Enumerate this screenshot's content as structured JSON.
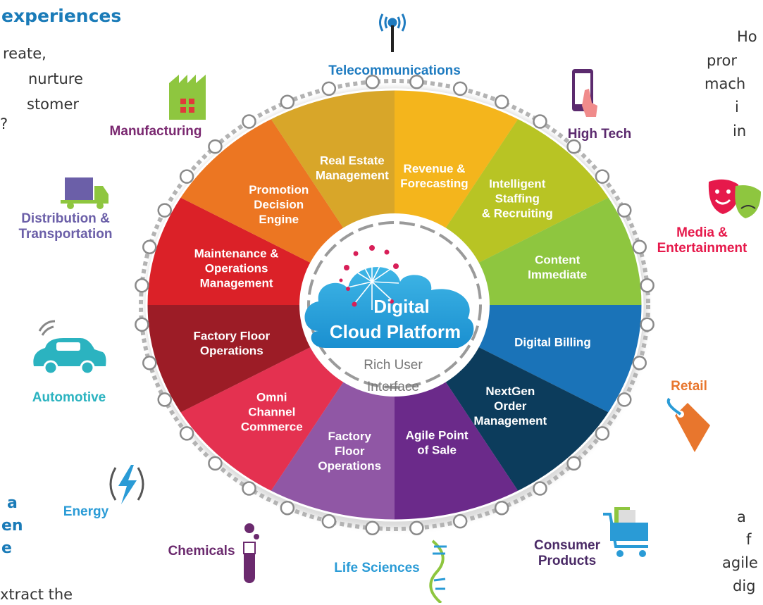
{
  "left_fragments": {
    "title": "experiences",
    "body_lines": [
      "reate,",
      "nurture",
      "stomer",
      "?"
    ],
    "lower_lines": [
      "a",
      "en",
      "e"
    ],
    "bottom": "xtract the"
  },
  "right_fragments": {
    "top_lines": [
      "Ho",
      "pror",
      "mach",
      "i",
      "in"
    ],
    "bottom_lines": [
      "a",
      "f",
      "agile",
      "dig"
    ]
  },
  "center": {
    "title_line1": "Digital",
    "title_line2": "Cloud Platform",
    "subtitle_line1": "Rich User",
    "subtitle_line2": "Interface"
  },
  "segments": [
    {
      "label": "Revenue &\nForecasting",
      "color": "#f4b51c"
    },
    {
      "label": "Intelligent\nStaffing\n& Recruiting",
      "color": "#b8c424"
    },
    {
      "label": "Content\nImmediate",
      "color": "#8ec63f"
    },
    {
      "label": "Digital Billing",
      "color": "#1a73b8"
    },
    {
      "label": "NextGen\nOrder\nManagement",
      "color": "#0c3c5c"
    },
    {
      "label": "Agile Point\nof Sale",
      "color": "#6b2a8a"
    },
    {
      "label": "Factory\nFloor\nOperations",
      "color": "#9057a5"
    },
    {
      "label": "Omni\nChannel\nCommerce",
      "color": "#e43150"
    },
    {
      "label": "Factory Floor\nOperations",
      "color": "#9c1c26"
    },
    {
      "label": "Maintenance &\nOperations\nManagement",
      "color": "#db2128"
    },
    {
      "label": "Promotion\nDecision\nEngine",
      "color": "#ec7622"
    },
    {
      "label": "Real Estate\nManagement",
      "color": "#d8a629"
    }
  ],
  "industries": [
    {
      "label": "Telecommunications",
      "color": "#1e7bc0",
      "icon": "antenna-icon"
    },
    {
      "label": "High Tech",
      "color": "#5b2a6e",
      "icon": "smartphone-icon"
    },
    {
      "label": "Media &\nEntertainment",
      "color": "#e6194b",
      "icon": "theater-masks-icon"
    },
    {
      "label": "Retail",
      "color": "#e8762d",
      "icon": "price-tag-icon"
    },
    {
      "label": "Consumer\nProducts",
      "color": "#4a2a66",
      "icon": "shopping-cart-icon"
    },
    {
      "label": "Life Sciences",
      "color": "#2a9bd6",
      "icon": "dna-icon"
    },
    {
      "label": "Chemicals",
      "color": "#6b2a6e",
      "icon": "test-tube-icon"
    },
    {
      "label": "Energy",
      "color": "#2a9bd6",
      "icon": "lightning-icon"
    },
    {
      "label": "Automotive",
      "color": "#2bb3c0",
      "icon": "car-icon"
    },
    {
      "label": "Distribution &\nTransportation",
      "color": "#6b5fa8",
      "icon": "truck-icon"
    },
    {
      "label": "Manufacturing",
      "color": "#7a2870",
      "icon": "factory-icon"
    }
  ]
}
